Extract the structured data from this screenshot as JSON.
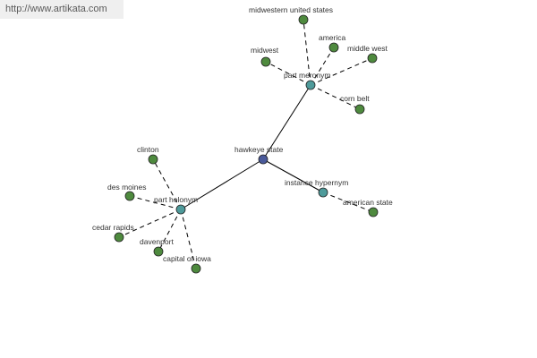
{
  "banner": {
    "url": "http://www.artikata.com"
  },
  "colors": {
    "root": "#4a5a9a",
    "relation": "#4e9a9a",
    "leaf": "#4e8a3e"
  },
  "graph": {
    "nodes": [
      {
        "id": "hawkeye-state",
        "label": "hawkeye state",
        "kind": "root"
      },
      {
        "id": "part-meronym",
        "label": "part meronym",
        "kind": "relation"
      },
      {
        "id": "part-holonym",
        "label": "part holonym",
        "kind": "relation"
      },
      {
        "id": "instance-hypernym",
        "label": "instance hypernym",
        "kind": "relation"
      },
      {
        "id": "midwestern-united-states",
        "label": "midwestern united states",
        "kind": "leaf"
      },
      {
        "id": "america",
        "label": "america",
        "kind": "leaf"
      },
      {
        "id": "midwest",
        "label": "midwest",
        "kind": "leaf"
      },
      {
        "id": "middle-west",
        "label": "middle west",
        "kind": "leaf"
      },
      {
        "id": "corn-belt",
        "label": "corn belt",
        "kind": "leaf"
      },
      {
        "id": "clinton",
        "label": "clinton",
        "kind": "leaf"
      },
      {
        "id": "des-moines",
        "label": "des moines",
        "kind": "leaf"
      },
      {
        "id": "cedar-rapids",
        "label": "cedar rapids",
        "kind": "leaf"
      },
      {
        "id": "davenport",
        "label": "davenport",
        "kind": "leaf"
      },
      {
        "id": "capital-of-iowa",
        "label": "capital of iowa",
        "kind": "leaf"
      },
      {
        "id": "american-state",
        "label": "american state",
        "kind": "leaf"
      }
    ],
    "edges": [
      {
        "from": "hawkeye-state",
        "to": "part-meronym",
        "style": "solid"
      },
      {
        "from": "hawkeye-state",
        "to": "part-holonym",
        "style": "solid"
      },
      {
        "from": "hawkeye-state",
        "to": "instance-hypernym",
        "style": "solid"
      },
      {
        "from": "part-meronym",
        "to": "midwestern-united-states",
        "style": "dashed"
      },
      {
        "from": "part-meronym",
        "to": "america",
        "style": "dashed"
      },
      {
        "from": "part-meronym",
        "to": "midwest",
        "style": "dashed"
      },
      {
        "from": "part-meronym",
        "to": "middle-west",
        "style": "dashed"
      },
      {
        "from": "part-meronym",
        "to": "corn-belt",
        "style": "dashed"
      },
      {
        "from": "part-holonym",
        "to": "clinton",
        "style": "dashed"
      },
      {
        "from": "part-holonym",
        "to": "des-moines",
        "style": "dashed"
      },
      {
        "from": "part-holonym",
        "to": "cedar-rapids",
        "style": "dashed"
      },
      {
        "from": "part-holonym",
        "to": "davenport",
        "style": "dashed"
      },
      {
        "from": "part-holonym",
        "to": "capital-of-iowa",
        "style": "dashed"
      },
      {
        "from": "instance-hypernym",
        "to": "american-state",
        "style": "dashed"
      }
    ]
  }
}
